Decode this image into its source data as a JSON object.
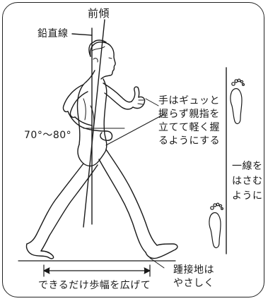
{
  "labels": {
    "forward_lean": "前傾",
    "plumb_line": "鉛直線",
    "arm_angle": "70°～80°",
    "fist_lines": [
      "手はギュッと",
      "握らず親指を",
      "立てて軽く握",
      "るようにする"
    ],
    "line_lines": [
      "一線を",
      "はさむ",
      "ように"
    ],
    "heel_lines": [
      "踵接地は",
      "やさしく"
    ],
    "stride": "できるだけ歩幅を広げて"
  },
  "colors": {
    "ink": "#1a1a1a",
    "background": "#ffffff"
  }
}
